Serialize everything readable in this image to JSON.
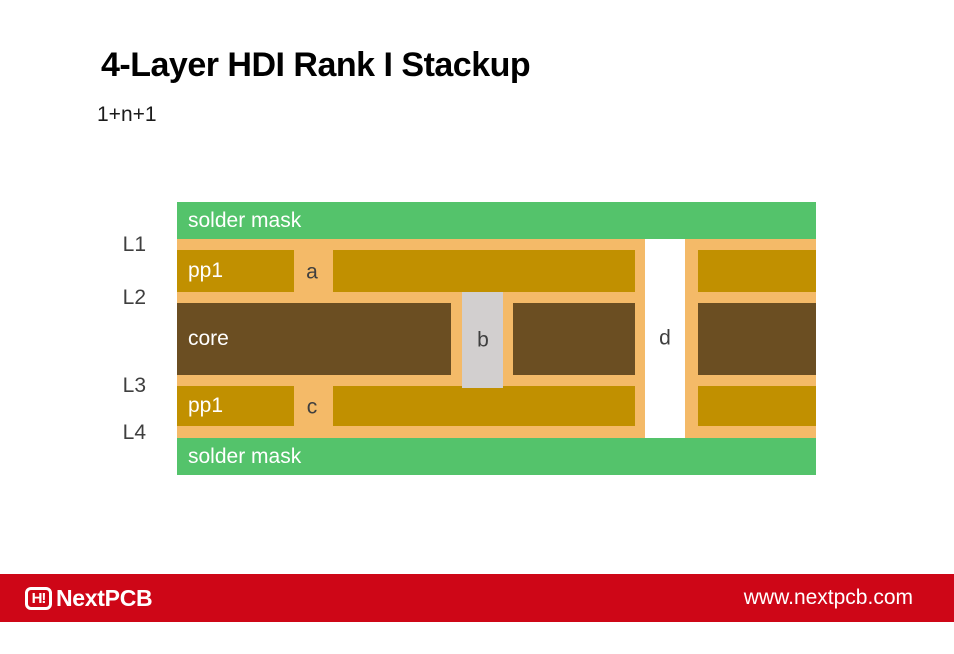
{
  "header": {
    "title": "4-Layer HDI Rank I Stackup",
    "subtitle": "1+n+1"
  },
  "diagram": {
    "solder_mask_top_label": "solder mask",
    "solder_mask_bottom_label": "solder mask",
    "layer_labels": {
      "l1": "L1",
      "l2": "L2",
      "l3": "L3",
      "l4": "L4"
    },
    "pp1_top_label": "pp1",
    "core_label": "core",
    "pp1_bottom_label": "pp1",
    "via_a_label": "a",
    "via_b_label": "b",
    "via_c_label": "c",
    "via_d_label": "d",
    "colors": {
      "solder_mask": "#54c36b",
      "prepreg_background": "#f4ba68",
      "copper_pp1": "#c19000",
      "core": "#6b4e22",
      "buried_via": "#d2cfcf",
      "through_hole": "#ffffff",
      "label_text": "#3f3f3f"
    }
  },
  "footer": {
    "logo_icon": "H!",
    "brand": "NextPCB",
    "website": "www.nextpcb.com",
    "background": "#ce0617"
  }
}
